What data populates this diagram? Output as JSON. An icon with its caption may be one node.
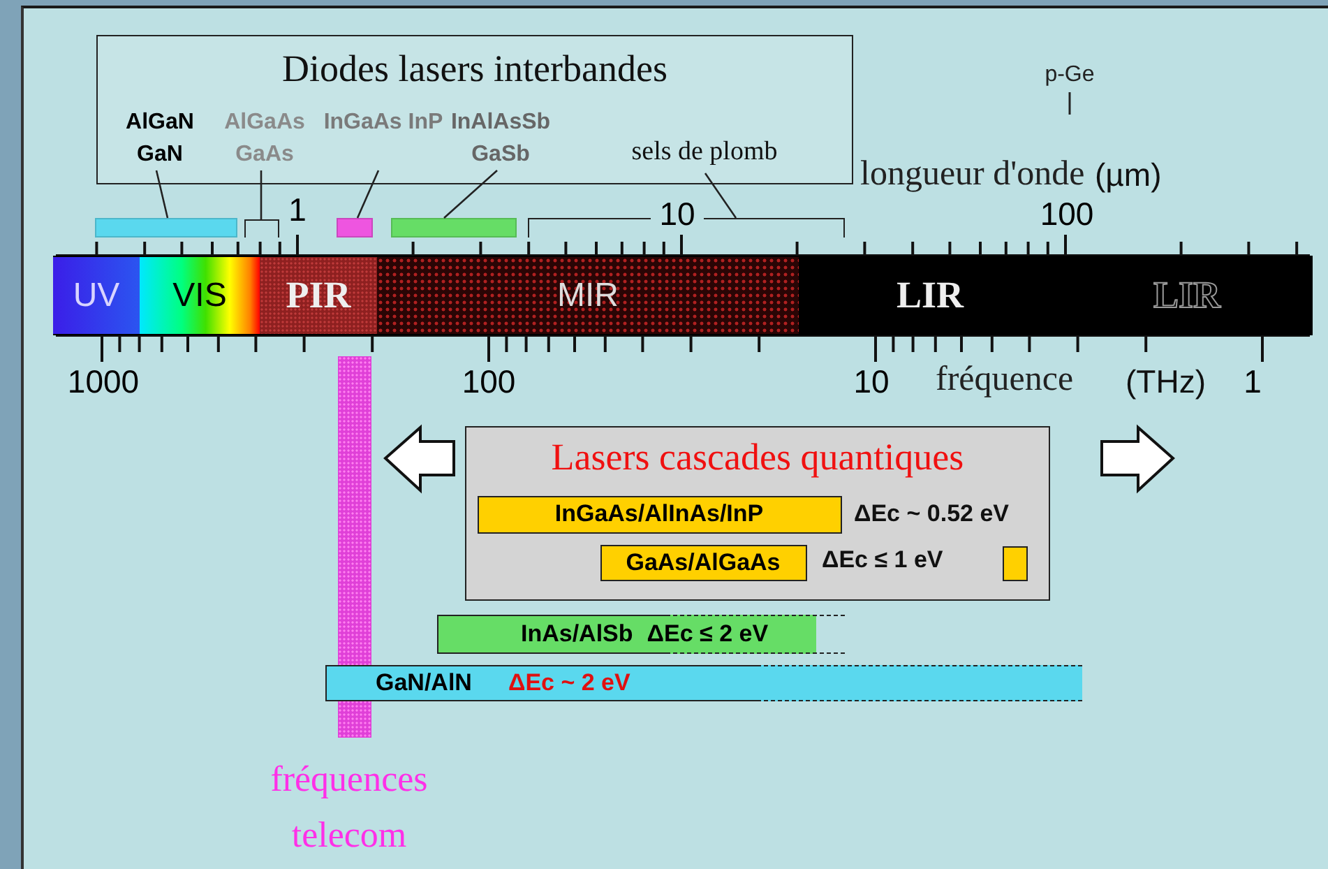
{
  "diagram": {
    "nodes": [
      {
        "text": [
          "Diodes lasers interbandes"
        ]
      },
      {
        "text": [
          "AlGaN GaN"
        ],
        "in": 0
      },
      {
        "text": [
          "AlGaAs GaAs"
        ],
        "in": 0
      },
      {
        "text": [
          "InGaAs InP"
        ],
        "in": 0
      },
      {
        "text": [
          "InAlAsSb GaSb"
        ],
        "in": 0
      },
      {
        "text": [
          "sels de plomb"
        ],
        "in": 0
      },
      {
        "text": [],
        "shape": "bar"
      },
      {
        "text": [],
        "shape": "bracket"
      },
      {
        "text": [],
        "shape": "bar"
      },
      {
        "text": [],
        "shape": "bar"
      },
      {
        "text": [],
        "shape": "bracket"
      },
      {
        "text": [
          "UV"
        ]
      },
      {
        "text": [
          "VIS"
        ]
      },
      {
        "text": [
          "PIR"
        ]
      },
      {
        "text": [
          "MIR"
        ]
      },
      {
        "text": [
          "LIR"
        ]
      },
      {
        "text": [
          "LIR"
        ]
      },
      {
        "text": [
          "Lasers cascades quantiques"
        ]
      },
      {
        "text": [
          "InGaAs/AlInAs/InP"
        ],
        "in": 17,
        "beside": [
          "ΔEc ~ 0.52 eV"
        ]
      },
      {
        "text": [
          "GaAs/AlGaAs"
        ],
        "in": 17,
        "beside": [
          "ΔEc ≤ 1 eV"
        ]
      },
      {
        "text": [],
        "shape": "box",
        "in": 17
      },
      {
        "text": [
          "InAs/AlSb",
          "ΔEc ≤ 2 eV"
        ]
      },
      {
        "text": [
          "GaN/AlN",
          "ΔEc ~ 2 eV"
        ]
      },
      {
        "text": [],
        "shape": "bar",
        "beside": [
          "fréquences telecom"
        ]
      }
    ],
    "edges": [
      {
        "from": 1,
        "to": 6,
        "arrow": "none"
      },
      {
        "from": 2,
        "to": 7,
        "arrow": "none"
      },
      {
        "from": 3,
        "to": 8,
        "arrow": "none"
      },
      {
        "from": 4,
        "to": 9,
        "arrow": "none"
      },
      {
        "from": 5,
        "to": 10,
        "arrow": "none"
      }
    ],
    "labels": [
      "p-Ge",
      "longueur d'onde",
      "(µm)",
      "1",
      "10",
      "100",
      "1000",
      "100",
      "10",
      "fréquence",
      "(THz)",
      "1"
    ]
  }
}
